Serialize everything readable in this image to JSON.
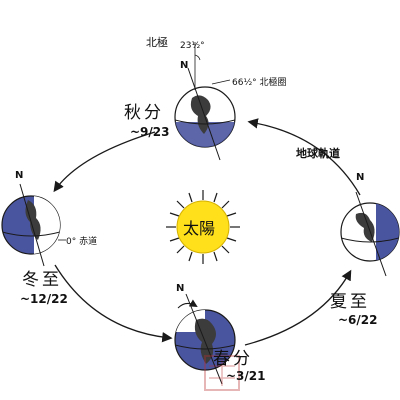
{
  "labels": {
    "north_pole": "北極",
    "tilt_angle": "23½°",
    "arctic_circle": "66½° 北極圈",
    "north": "N",
    "orbit": "地球軌道",
    "sun": "太陽",
    "equator": "0° 赤道"
  },
  "seasons": {
    "autumn": {
      "name": "秋分",
      "date": "~9/23"
    },
    "winter": {
      "name": "冬至",
      "date": "~12/22"
    },
    "spring": {
      "name": "春分",
      "date": "~3/21"
    },
    "summer": {
      "name": "夏至",
      "date": "~6/22"
    }
  },
  "colors": {
    "sun_fill": "#ffe01a",
    "night_side": "#4a55a0",
    "land": "#3c3c3c",
    "line": "#1a1a1a"
  }
}
